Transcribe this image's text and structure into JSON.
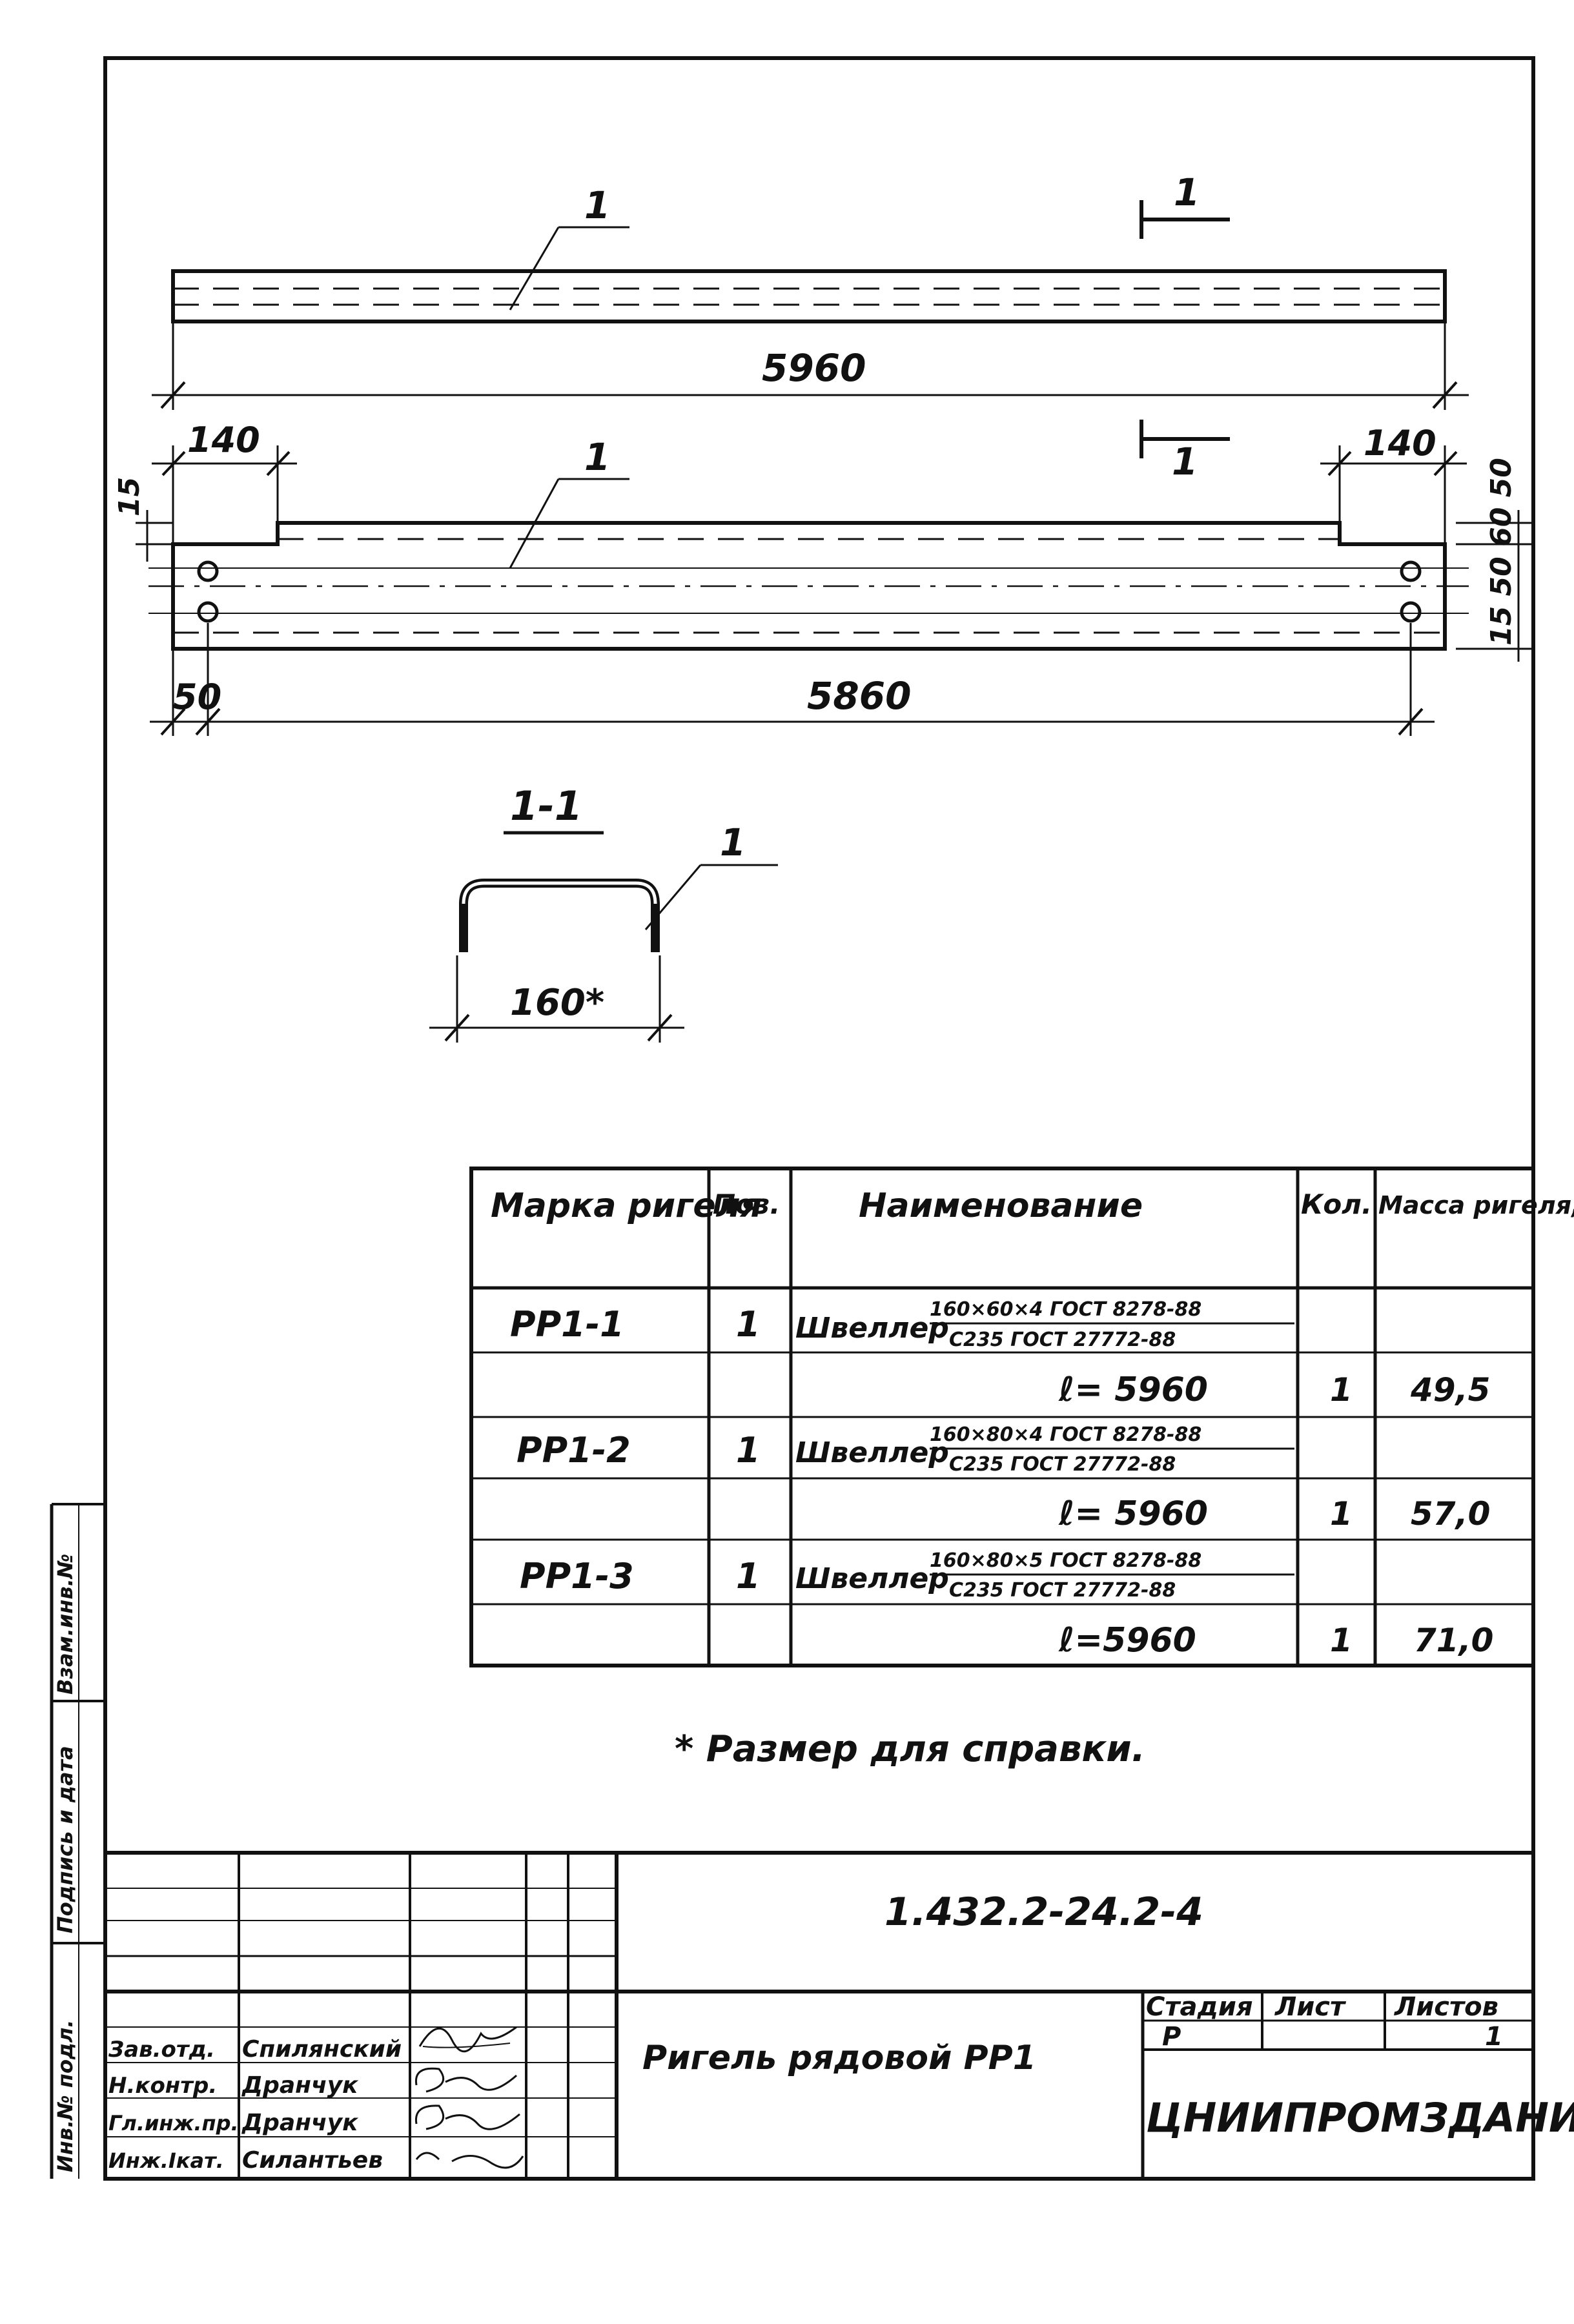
{
  "drawing": {
    "top_view": {
      "callout": "1",
      "length": "5960",
      "section_mark": "1"
    },
    "bottom_view": {
      "callout": "1",
      "left_top_dim": "140",
      "right_top_dim": "140",
      "left_side_dim": "15",
      "right_side_dims": "15 50 60 50",
      "left_bottom_dim": "50",
      "hole_spacing": "5860",
      "section_mark": "1"
    },
    "section": {
      "title": "1-1",
      "callout": "1",
      "width": "160*"
    }
  },
  "table": {
    "headers": [
      "Марка ригеля",
      "Поз.",
      "Наименование",
      "Кол.",
      "Масса ригеля, кг"
    ],
    "rows": [
      {
        "mark": "РР1-1",
        "pos": "1",
        "name_main": "Швеллер",
        "name_num": "160×60×4 ГОСТ 8278-88",
        "name_den": "С235 ГОСТ 27772-88",
        "qty": "",
        "mass": ""
      },
      {
        "mark": "",
        "pos": "",
        "name_main": "ℓ= 5960",
        "qty": "1",
        "mass": "49,5"
      },
      {
        "mark": "РР1-2",
        "pos": "1",
        "name_main": "Швеллер",
        "name_num": "160×80×4 ГОСТ 8278-88",
        "name_den": "С235 ГОСТ 27772-88",
        "qty": "",
        "mass": ""
      },
      {
        "mark": "",
        "pos": "",
        "name_main": "ℓ= 5960",
        "qty": "1",
        "mass": "57,0"
      },
      {
        "mark": "РР1-3",
        "pos": "1",
        "name_main": "Швеллер",
        "name_num": "160×80×5 ГОСТ 8278-88",
        "name_den": "С235 ГОСТ 27772-88",
        "qty": "",
        "mass": ""
      },
      {
        "mark": "",
        "pos": "",
        "name_main": "ℓ=5960",
        "qty": "1",
        "mass": "71,0"
      }
    ]
  },
  "note": "* Размер для справки.",
  "side_stamp": [
    "Инв.№ подл.",
    "Подпись и дата",
    "Взам.инв.№"
  ],
  "title_block": {
    "doc_code": "1.432.2-24.2-4",
    "title": "Ригель рядовой РР1",
    "stage_header": "Стадия",
    "sheet_header": "Лист",
    "sheets_header": "Листов",
    "stage": "Р",
    "sheet": "",
    "sheets": "1",
    "organization": "ЦНИИПРОМЗДАНИЙ",
    "signers": [
      {
        "role": "Зав.отд.",
        "name": "Спилянский"
      },
      {
        "role": "Н.контр.",
        "name": "Дранчук"
      },
      {
        "role": "Гл.инж.пр.",
        "name": "Дранчук"
      },
      {
        "role": "Инж.Iкат.",
        "name": "Силантьев"
      }
    ]
  }
}
